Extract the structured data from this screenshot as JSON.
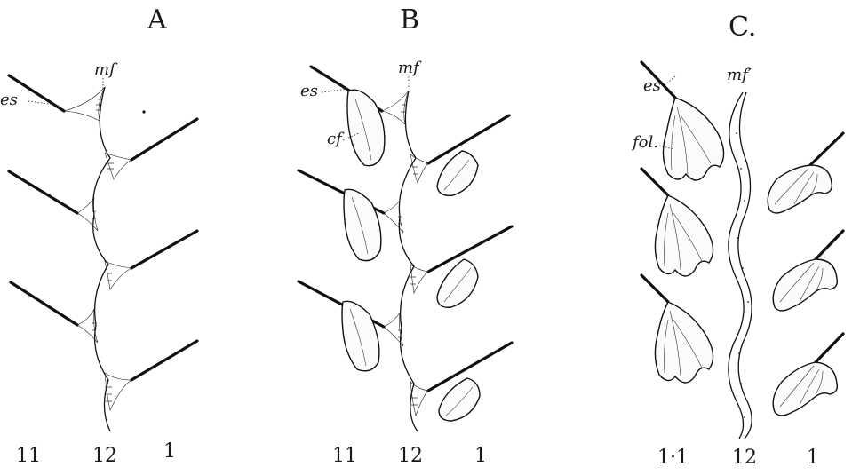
{
  "panels": [
    {
      "title": "A",
      "labels": {
        "es": "es",
        "mf": "mf"
      },
      "positions": [
        "11",
        "12",
        "1"
      ]
    },
    {
      "title": "B",
      "labels": {
        "es": "es",
        "mf": "mf",
        "cf": "cf"
      },
      "positions": [
        "11",
        "12",
        "1"
      ]
    },
    {
      "title": "C.",
      "labels": {
        "es": "es",
        "mf": "mf′",
        "fol": "fol."
      },
      "positions": [
        "1·1",
        "12",
        "1"
      ]
    }
  ]
}
